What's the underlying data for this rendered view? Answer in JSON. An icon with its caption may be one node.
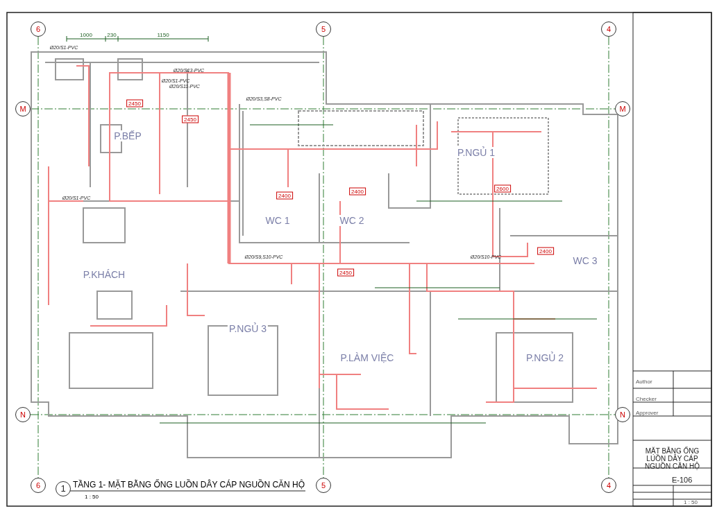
{
  "diagram": {
    "title": "TẦNG 1- MẶT BẰNG ỐNG LUỒN DÂY CÁP NGUỒN CĂN HỘ",
    "nodes": [
      {
        "text": [
          "6"
        ]
      },
      {
        "text": [
          "5"
        ]
      },
      {
        "text": [
          "4"
        ]
      },
      {
        "text": [
          "M"
        ]
      },
      {
        "text": [
          "M"
        ]
      },
      {
        "text": [
          "N"
        ]
      },
      {
        "text": [
          "N"
        ]
      },
      {
        "text": [
          "6"
        ]
      },
      {
        "text": [
          "5"
        ]
      },
      {
        "text": [
          "4"
        ]
      },
      {
        "text": [
          "P.BẾP"
        ]
      },
      {
        "text": [
          "P.KHÁCH"
        ]
      },
      {
        "text": [
          "WC 1"
        ]
      },
      {
        "text": [
          "WC 2"
        ]
      },
      {
        "text": [
          "P.NGỦ 1"
        ]
      },
      {
        "text": [
          "WC 3"
        ]
      },
      {
        "text": [
          "P.NGỦ 3"
        ]
      },
      {
        "text": [
          "P.LÀM VIỆC"
        ]
      },
      {
        "text": [
          "P.NGỦ 2"
        ]
      },
      {
        "text": [
          "1"
        ]
      }
    ],
    "edges": [
      {
        "from": 0,
        "to": 7,
        "arrow": "none",
        "style": "dashed"
      },
      {
        "from": 1,
        "to": 8,
        "arrow": "none",
        "style": "dashed"
      },
      {
        "from": 2,
        "to": 9,
        "arrow": "none",
        "style": "dashed"
      },
      {
        "from": 3,
        "to": 4,
        "arrow": "none",
        "style": "dashed"
      },
      {
        "from": 5,
        "to": 6,
        "arrow": "none",
        "style": "dashed"
      }
    ],
    "labels": [
      "1000",
      "230",
      "1150",
      "Ø20/S1-PVC",
      "Ø20/S13-PVC",
      "Ø20/S1-PVC",
      "Ø20/S11-PVC",
      "2450",
      "2450",
      "Ø20/S3,S8-PVC",
      "2400",
      "2400",
      "2600",
      "2400",
      "2450",
      "Ø20/S9,S10-PVC",
      "Ø20/S10-PVC",
      "Ø20/S1-PVC",
      "1 : 50",
      "Author",
      "Checker",
      "Approver",
      "MẶT BẰNG ỐNG LUỒN DÂY CÁP NGUỒN CĂN HỘ",
      "E-106",
      "1 : 50"
    ]
  }
}
